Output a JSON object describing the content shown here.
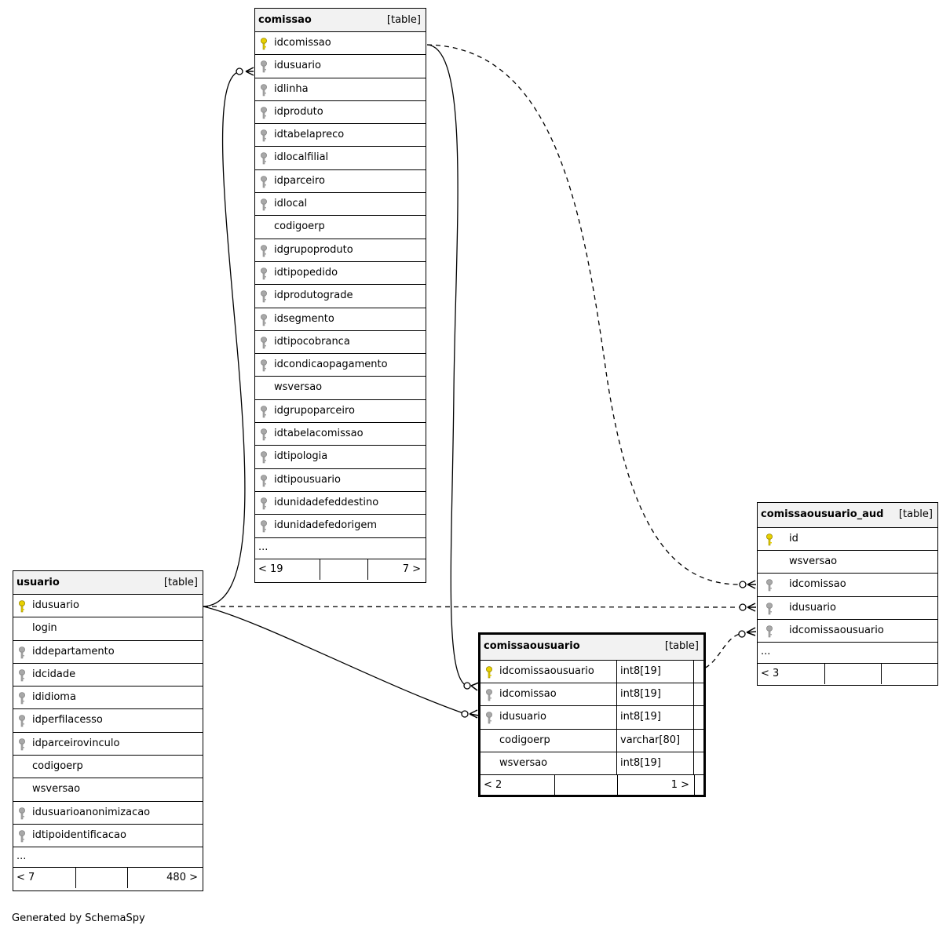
{
  "footer_text": "Generated by SchemaSpy",
  "tables": {
    "comissao": {
      "name": "comissao",
      "type": "[table]",
      "columns": [
        {
          "name": "idcomissao",
          "key": "primary"
        },
        {
          "name": "idusuario",
          "key": "foreign"
        },
        {
          "name": "idlinha",
          "key": "foreign"
        },
        {
          "name": "idproduto",
          "key": "foreign"
        },
        {
          "name": "idtabelapreco",
          "key": "foreign"
        },
        {
          "name": "idlocalfilial",
          "key": "foreign"
        },
        {
          "name": "idparceiro",
          "key": "foreign"
        },
        {
          "name": "idlocal",
          "key": "foreign"
        },
        {
          "name": "codigoerp",
          "key": "none"
        },
        {
          "name": "idgrupoproduto",
          "key": "foreign"
        },
        {
          "name": "idtipopedido",
          "key": "foreign"
        },
        {
          "name": "idprodutograde",
          "key": "foreign"
        },
        {
          "name": "idsegmento",
          "key": "foreign"
        },
        {
          "name": "idtipocobranca",
          "key": "foreign"
        },
        {
          "name": "idcondicaopagamento",
          "key": "foreign"
        },
        {
          "name": "wsversao",
          "key": "none"
        },
        {
          "name": "idgrupoparceiro",
          "key": "foreign"
        },
        {
          "name": "idtabelacomissao",
          "key": "foreign"
        },
        {
          "name": "idtipologia",
          "key": "foreign"
        },
        {
          "name": "idtipousuario",
          "key": "foreign"
        },
        {
          "name": "idunidadefeddestino",
          "key": "foreign"
        },
        {
          "name": "idunidadefedorigem",
          "key": "foreign"
        }
      ],
      "ellipsis": "...",
      "footer_left": "< 19",
      "footer_right": "7 >"
    },
    "usuario": {
      "name": "usuario",
      "type": "[table]",
      "columns": [
        {
          "name": "idusuario",
          "key": "primary"
        },
        {
          "name": "login",
          "key": "none"
        },
        {
          "name": "iddepartamento",
          "key": "foreign"
        },
        {
          "name": "idcidade",
          "key": "foreign"
        },
        {
          "name": "ididioma",
          "key": "foreign"
        },
        {
          "name": "idperfilacesso",
          "key": "foreign"
        },
        {
          "name": "idparceirovinculo",
          "key": "foreign"
        },
        {
          "name": "codigoerp",
          "key": "none"
        },
        {
          "name": "wsversao",
          "key": "none"
        },
        {
          "name": "idusuarioanonimizacao",
          "key": "foreign"
        },
        {
          "name": "idtipoidentificacao",
          "key": "foreign"
        }
      ],
      "ellipsis": "...",
      "footer_left": "< 7",
      "footer_right": "480 >"
    },
    "comissaousuario": {
      "name": "comissaousuario",
      "type": "[table]",
      "columns": [
        {
          "name": "idcomissaousuario",
          "key": "primary",
          "datatype": "int8[19]"
        },
        {
          "name": "idcomissao",
          "key": "foreign",
          "datatype": "int8[19]"
        },
        {
          "name": "idusuario",
          "key": "foreign",
          "datatype": "int8[19]"
        },
        {
          "name": "codigoerp",
          "key": "none",
          "datatype": "varchar[80]"
        },
        {
          "name": "wsversao",
          "key": "none",
          "datatype": "int8[19]"
        }
      ],
      "footer_left": "< 2",
      "footer_right": "1 >"
    },
    "comissaousuario_aud": {
      "name": "comissaousuario_aud",
      "type": "[table]",
      "columns": [
        {
          "name": "id",
          "key": "primary"
        },
        {
          "name": "wsversao",
          "key": "none"
        },
        {
          "name": "idcomissao",
          "key": "foreign"
        },
        {
          "name": "idusuario",
          "key": "foreign"
        },
        {
          "name": "idcomissaousuario",
          "key": "foreign"
        }
      ],
      "ellipsis": "...",
      "footer_left": "< 3",
      "footer_right": ""
    }
  },
  "colors": {
    "primary_key": "#e8d000",
    "foreign_key": "#a8a8a8",
    "header_bg": "#f2f2f2"
  }
}
